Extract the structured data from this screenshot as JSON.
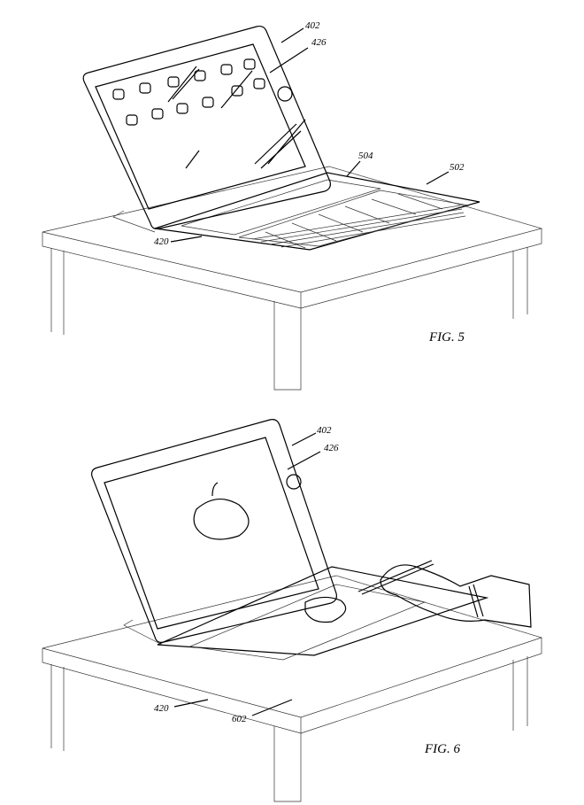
{
  "figures": [
    {
      "title": "FIG. 5",
      "labels": {
        "tablet": "402",
        "button": "426",
        "keyboard_edge": "504",
        "keyboard_cover": "502",
        "hinge": "420"
      }
    },
    {
      "title": "FIG. 6",
      "labels": {
        "tablet": "402",
        "button": "426",
        "hinge": "420",
        "drawing_surface": "602"
      }
    }
  ]
}
